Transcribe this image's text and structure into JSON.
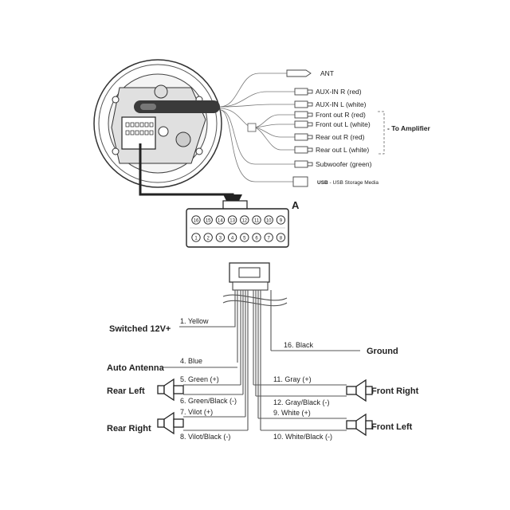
{
  "harness_top": {
    "ant": "ANT",
    "aux_r": "AUX-IN R (red)",
    "aux_l": "AUX-IN L (white)",
    "front_r": "Front out R (red)",
    "front_l": "Front out L (white)",
    "to_amp": "- To Amplifier",
    "rear_r": "Rear out R (red)",
    "rear_l": "Rear out L (white)",
    "sub": "Subwoofer (green)",
    "usb_bold": "USB",
    "usb_rest": " - USB Storage Media"
  },
  "connector": {
    "label": "A",
    "top_pins": [
      "16",
      "15",
      "14",
      "13",
      "12",
      "11",
      "10",
      "9"
    ],
    "bottom_pins": [
      "1",
      "2",
      "3",
      "4",
      "5",
      "6",
      "7",
      "8"
    ]
  },
  "wires": {
    "w1": "1. Yellow",
    "w4": "4. Blue",
    "w16": "16. Black",
    "w5": "5. Green   (+)",
    "w6": "6. Green/Black   (-)",
    "w7": "7. Vilot    (+)",
    "w8": "8. Vilot/Black   (-)",
    "w11": "11. Gray   (+)",
    "w12": "12. Gray/Black   (-)",
    "w9": "9. White   (+)",
    "w10": "10. White/Black   (-)"
  },
  "labels": {
    "switched": "Switched 12V+",
    "antenna": "Auto Antenna",
    "ground": "Ground",
    "rear_left": "Rear Left",
    "rear_right": "Rear Right",
    "front_right": "Front Right",
    "front_left": "Front Left"
  }
}
